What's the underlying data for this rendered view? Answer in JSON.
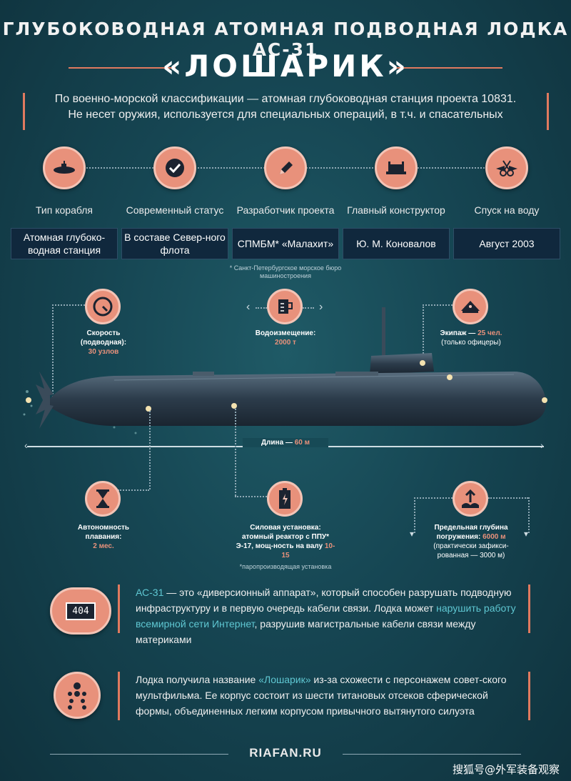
{
  "header": {
    "title_line1": "ГЛУБОКОВОДНАЯ АТОМНАЯ ПОДВОДНАЯ ЛОДКА АС-31",
    "title_line2": "«ЛОШАРИК»",
    "intro_line1": "По военно-морской классификации — атомная глубоководная станция проекта 10831.",
    "intro_line2": "Не несет оружия, используется для специальных операций, в т.ч. и спасательных"
  },
  "columns": [
    {
      "icon": "submarine-icon",
      "label": "Тип корабля",
      "value": "Атомная глубоко-водная станция"
    },
    {
      "icon": "checkmark-icon",
      "label": "Современный статус",
      "value": "В составе Север-ного флота"
    },
    {
      "icon": "pencil-icon",
      "label": "Разработчик проекта",
      "value": "СПМБМ* «Малахит»"
    },
    {
      "icon": "hat-icon",
      "label": "Главный конструктор",
      "value": "Ю. М. Коновалов"
    },
    {
      "icon": "ribbon-scissors-icon",
      "label": "Спуск на воду",
      "value": "Август 2003"
    }
  ],
  "developer_footnote": "* Санкт-Петербургское морское бюро машиностроения",
  "specs": {
    "speed_label": "Скорость (подводная):",
    "speed_value": "30 узлов",
    "displacement_label": "Водоизмещение:",
    "displacement_value": "2000 т",
    "crew_label": "Экипаж —",
    "crew_value": "25 чел.",
    "crew_note": "(только офицеры)",
    "length_label": "Длина —",
    "length_value": "60 м",
    "autonomy_label": "Автономность плавания:",
    "autonomy_value": "2 мес.",
    "power_label": "Силовая установка: атомный реактор с ППУ* Э-17, мощ-ность на валу",
    "power_value": "10-15",
    "power_footnote": "*паропроизводящая установка",
    "depth_label": "Предельная глубина погружения:",
    "depth_value": "6000 м",
    "depth_note": "(практически зафикси-рованная — 3000 м)"
  },
  "block1": {
    "icon_text": "404",
    "accent1": "АС-31",
    "text1": " — это «диверсионный аппарат», который способен разрушать подводную инфраструктуру и в первую очередь кабели связи. Лодка может ",
    "accent2": "нарушить работу всемирной сети Интернет",
    "text2": ", разрушив магистральные кабели связи между материками"
  },
  "block2": {
    "text1": "Лодка получила название ",
    "accent1": "«Лошарик»",
    "text2": " из-за схожести с персонажем совет-ского мультфильма. Ее корпус состоит из шести титановых отсеков сферической формы, объединенных легким корпусом привычного вытянутого силуэта"
  },
  "footer": {
    "site": "RIAFAN.RU",
    "watermark": "搜狐号@外军装备观察"
  },
  "colors": {
    "accent": "#e8917b",
    "highlight": "#5fc7d2",
    "background": "#164653"
  }
}
